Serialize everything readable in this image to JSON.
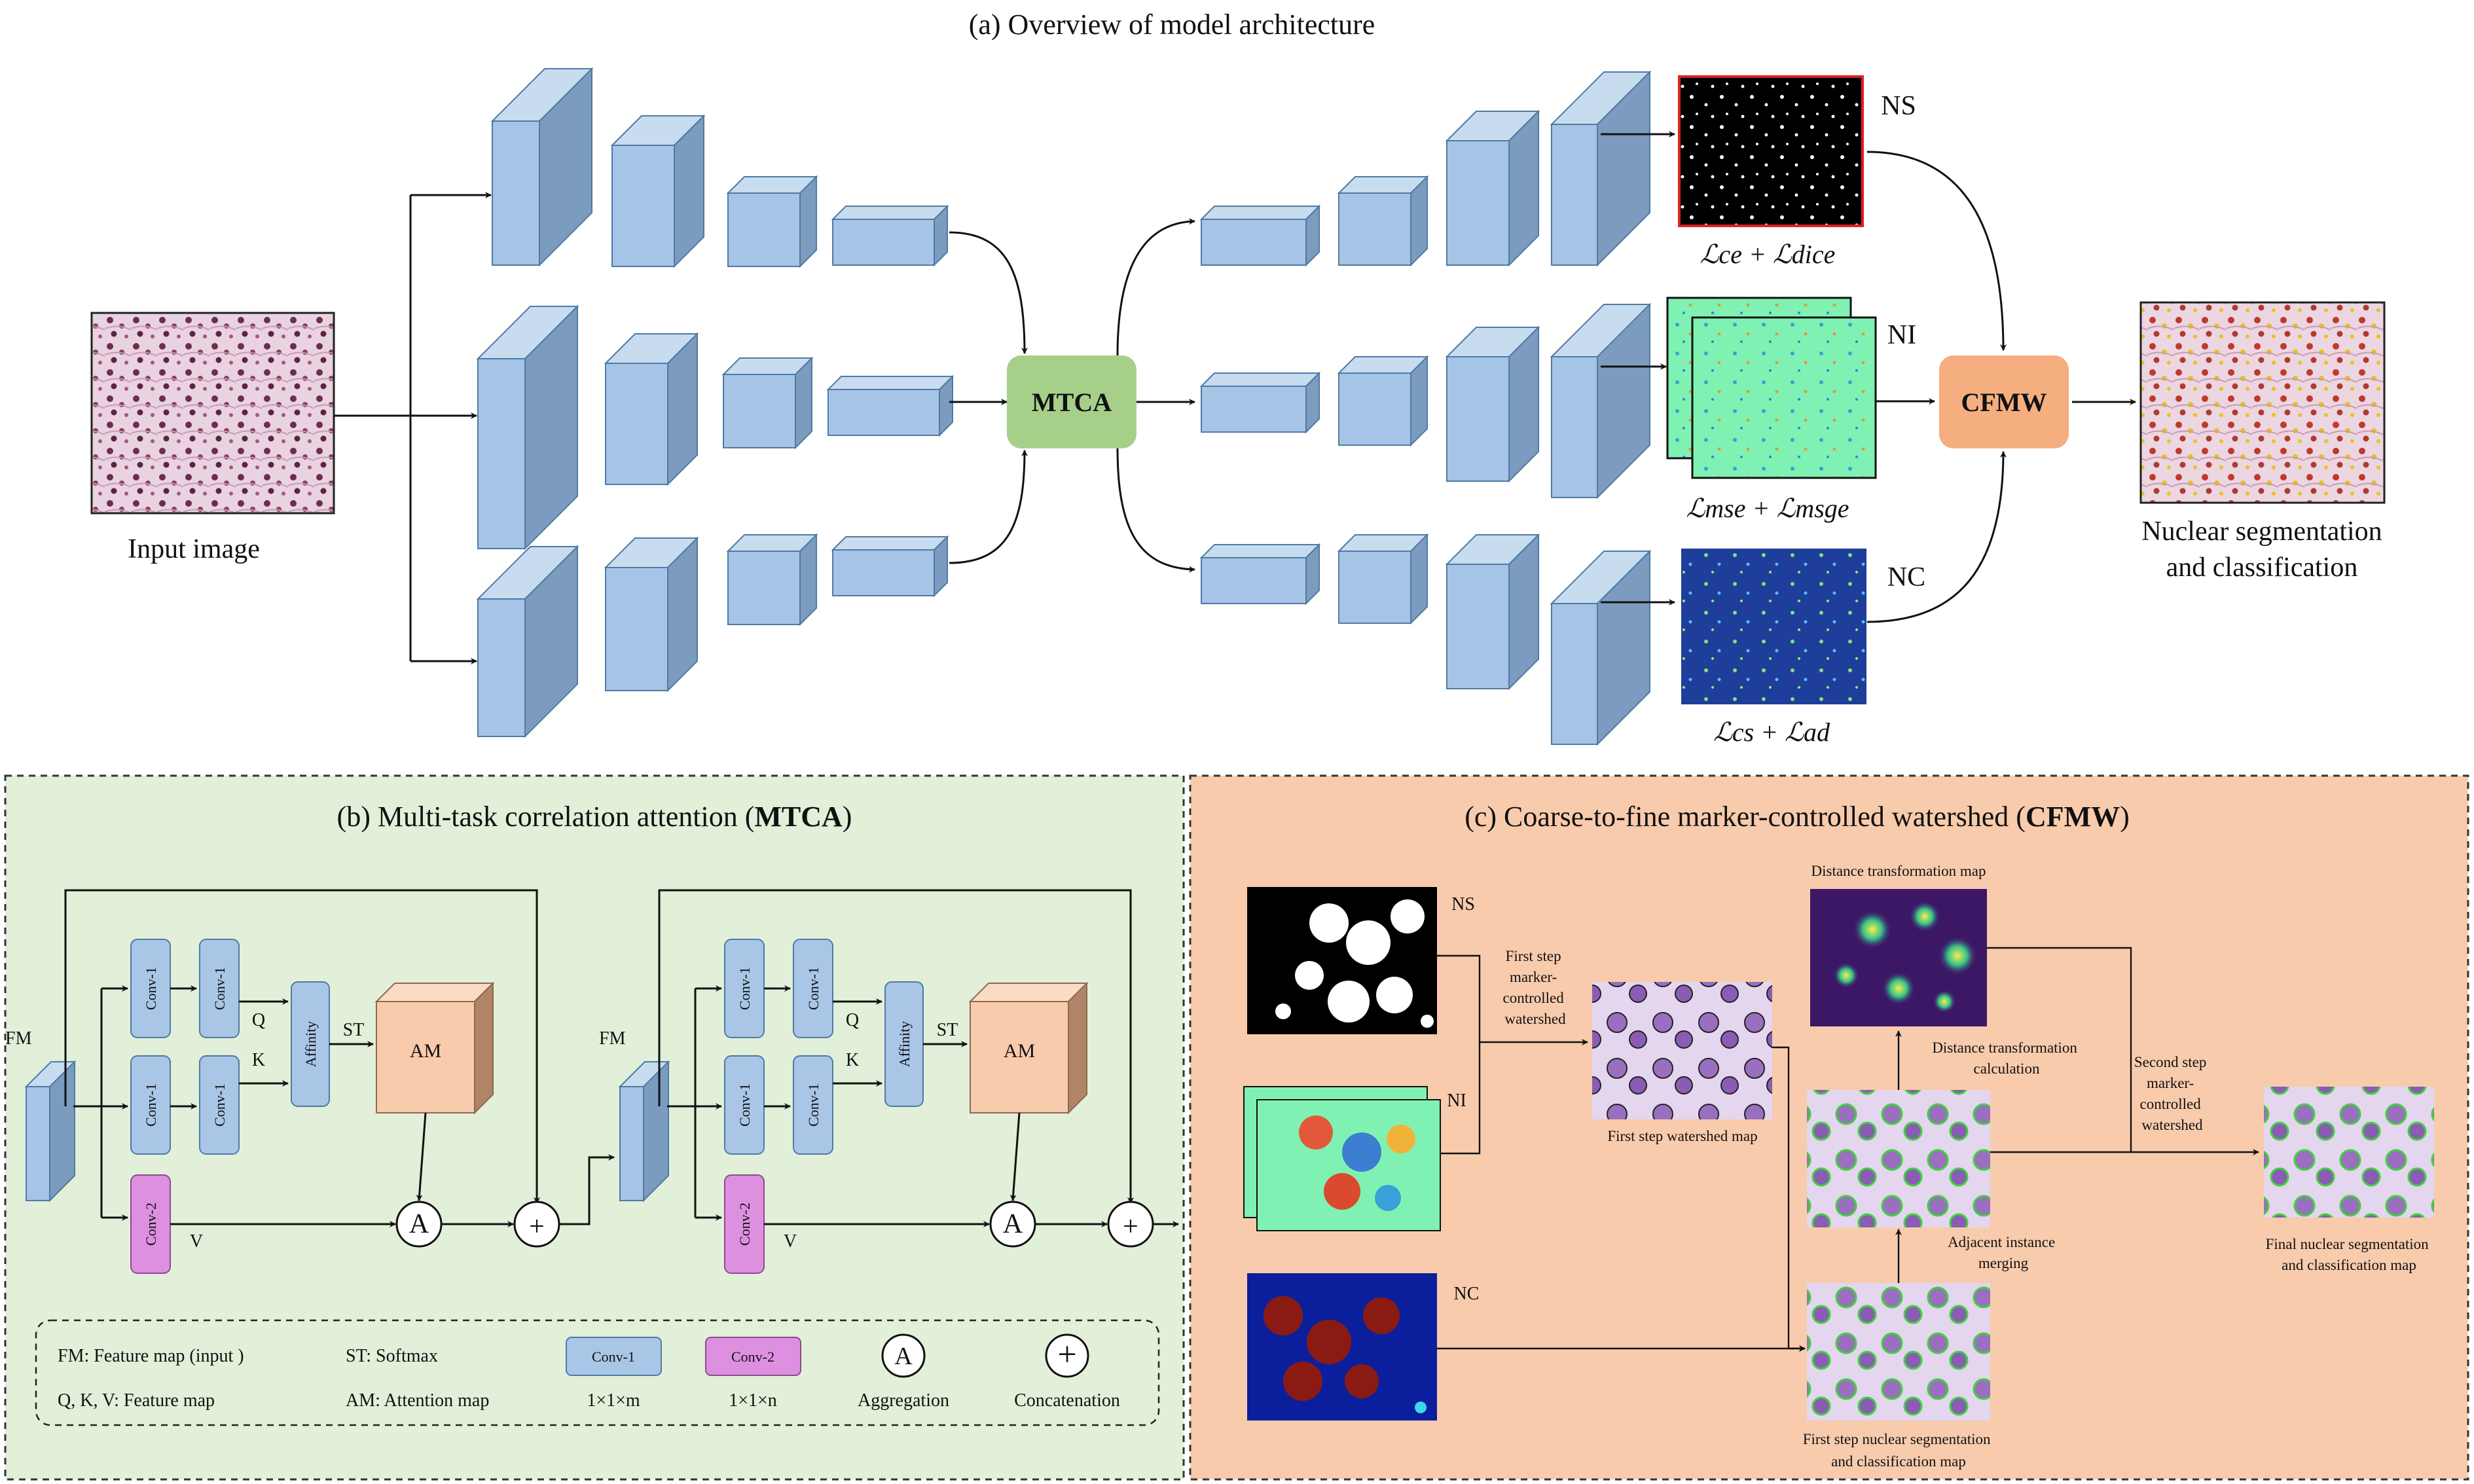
{
  "panel_a": {
    "title": "(a) Overview of model architecture",
    "input_label": "Input image",
    "output_label_line1": "Nuclear segmentation",
    "output_label_line2": "and classification",
    "mtca_label": "MTCA",
    "cfmw_label": "CFMW",
    "ns_label": "NS",
    "ni_label": "NI",
    "nc_label": "NC",
    "loss_ns": "ℒce + ℒdice",
    "loss_ni": "ℒmse + ℒmsge",
    "loss_nc": "ℒcs + ℒad"
  },
  "panel_b": {
    "title_prefix": "(b) Multi-task correlation attention (",
    "title_bold": "MTCA",
    "title_suffix": ")",
    "fm_label": "FM",
    "conv1_label": "Conv-1",
    "conv2_label": "Conv-2",
    "affinity_label": "Affinity",
    "am_label": "AM",
    "q_label": "Q",
    "k_label": "K",
    "v_label": "V",
    "st_label": "ST",
    "aggregation_symbol": "A",
    "concat_symbol": "+",
    "legend": {
      "fm": "FM: Feature map (input )",
      "qkv": "Q, K, V: Feature map",
      "st": "ST: Softmax",
      "am": "AM: Attention map",
      "conv1_box": "Conv-1",
      "conv2_box": "Conv-2",
      "conv1_dim": "1×1×m",
      "conv2_dim": "1×1×n",
      "aggregation": "Aggregation",
      "concatenation": "Concatenation"
    }
  },
  "panel_c": {
    "title_prefix": "(c) Coarse-to-fine marker-controlled watershed (",
    "title_bold": "CFMW",
    "title_suffix": ")",
    "ns_label": "NS",
    "ni_label": "NI",
    "nc_label": "NC",
    "first_step": [
      "First step",
      "marker-",
      "controlled",
      "watershed"
    ],
    "first_step_map": "First step watershed map",
    "distance_map": "Distance transformation map",
    "distance_calc": [
      "Distance  transformation",
      "calculation"
    ],
    "adjacent_merge": [
      "Adjacent instance",
      "merging"
    ],
    "second_step": [
      "Second step",
      "marker-",
      "controlled",
      "watershed"
    ],
    "final_map": [
      "Final nuclear segmentation",
      "and classification map"
    ],
    "first_seg_map": [
      "First step nuclear segmentation",
      "and classification map"
    ]
  },
  "colors": {
    "block_front": "#a6c5e6",
    "block_side": "#7b9cbf",
    "mtca_fill": "#a6d08a",
    "cfmw_fill": "#f4ae7f",
    "panel_b_bg": "#e2efd9",
    "panel_c_bg": "#f8cbad",
    "conv1_fill": "#a9c6e7",
    "conv2_fill": "#dd90e0",
    "am_fill": "#f8cbad"
  }
}
